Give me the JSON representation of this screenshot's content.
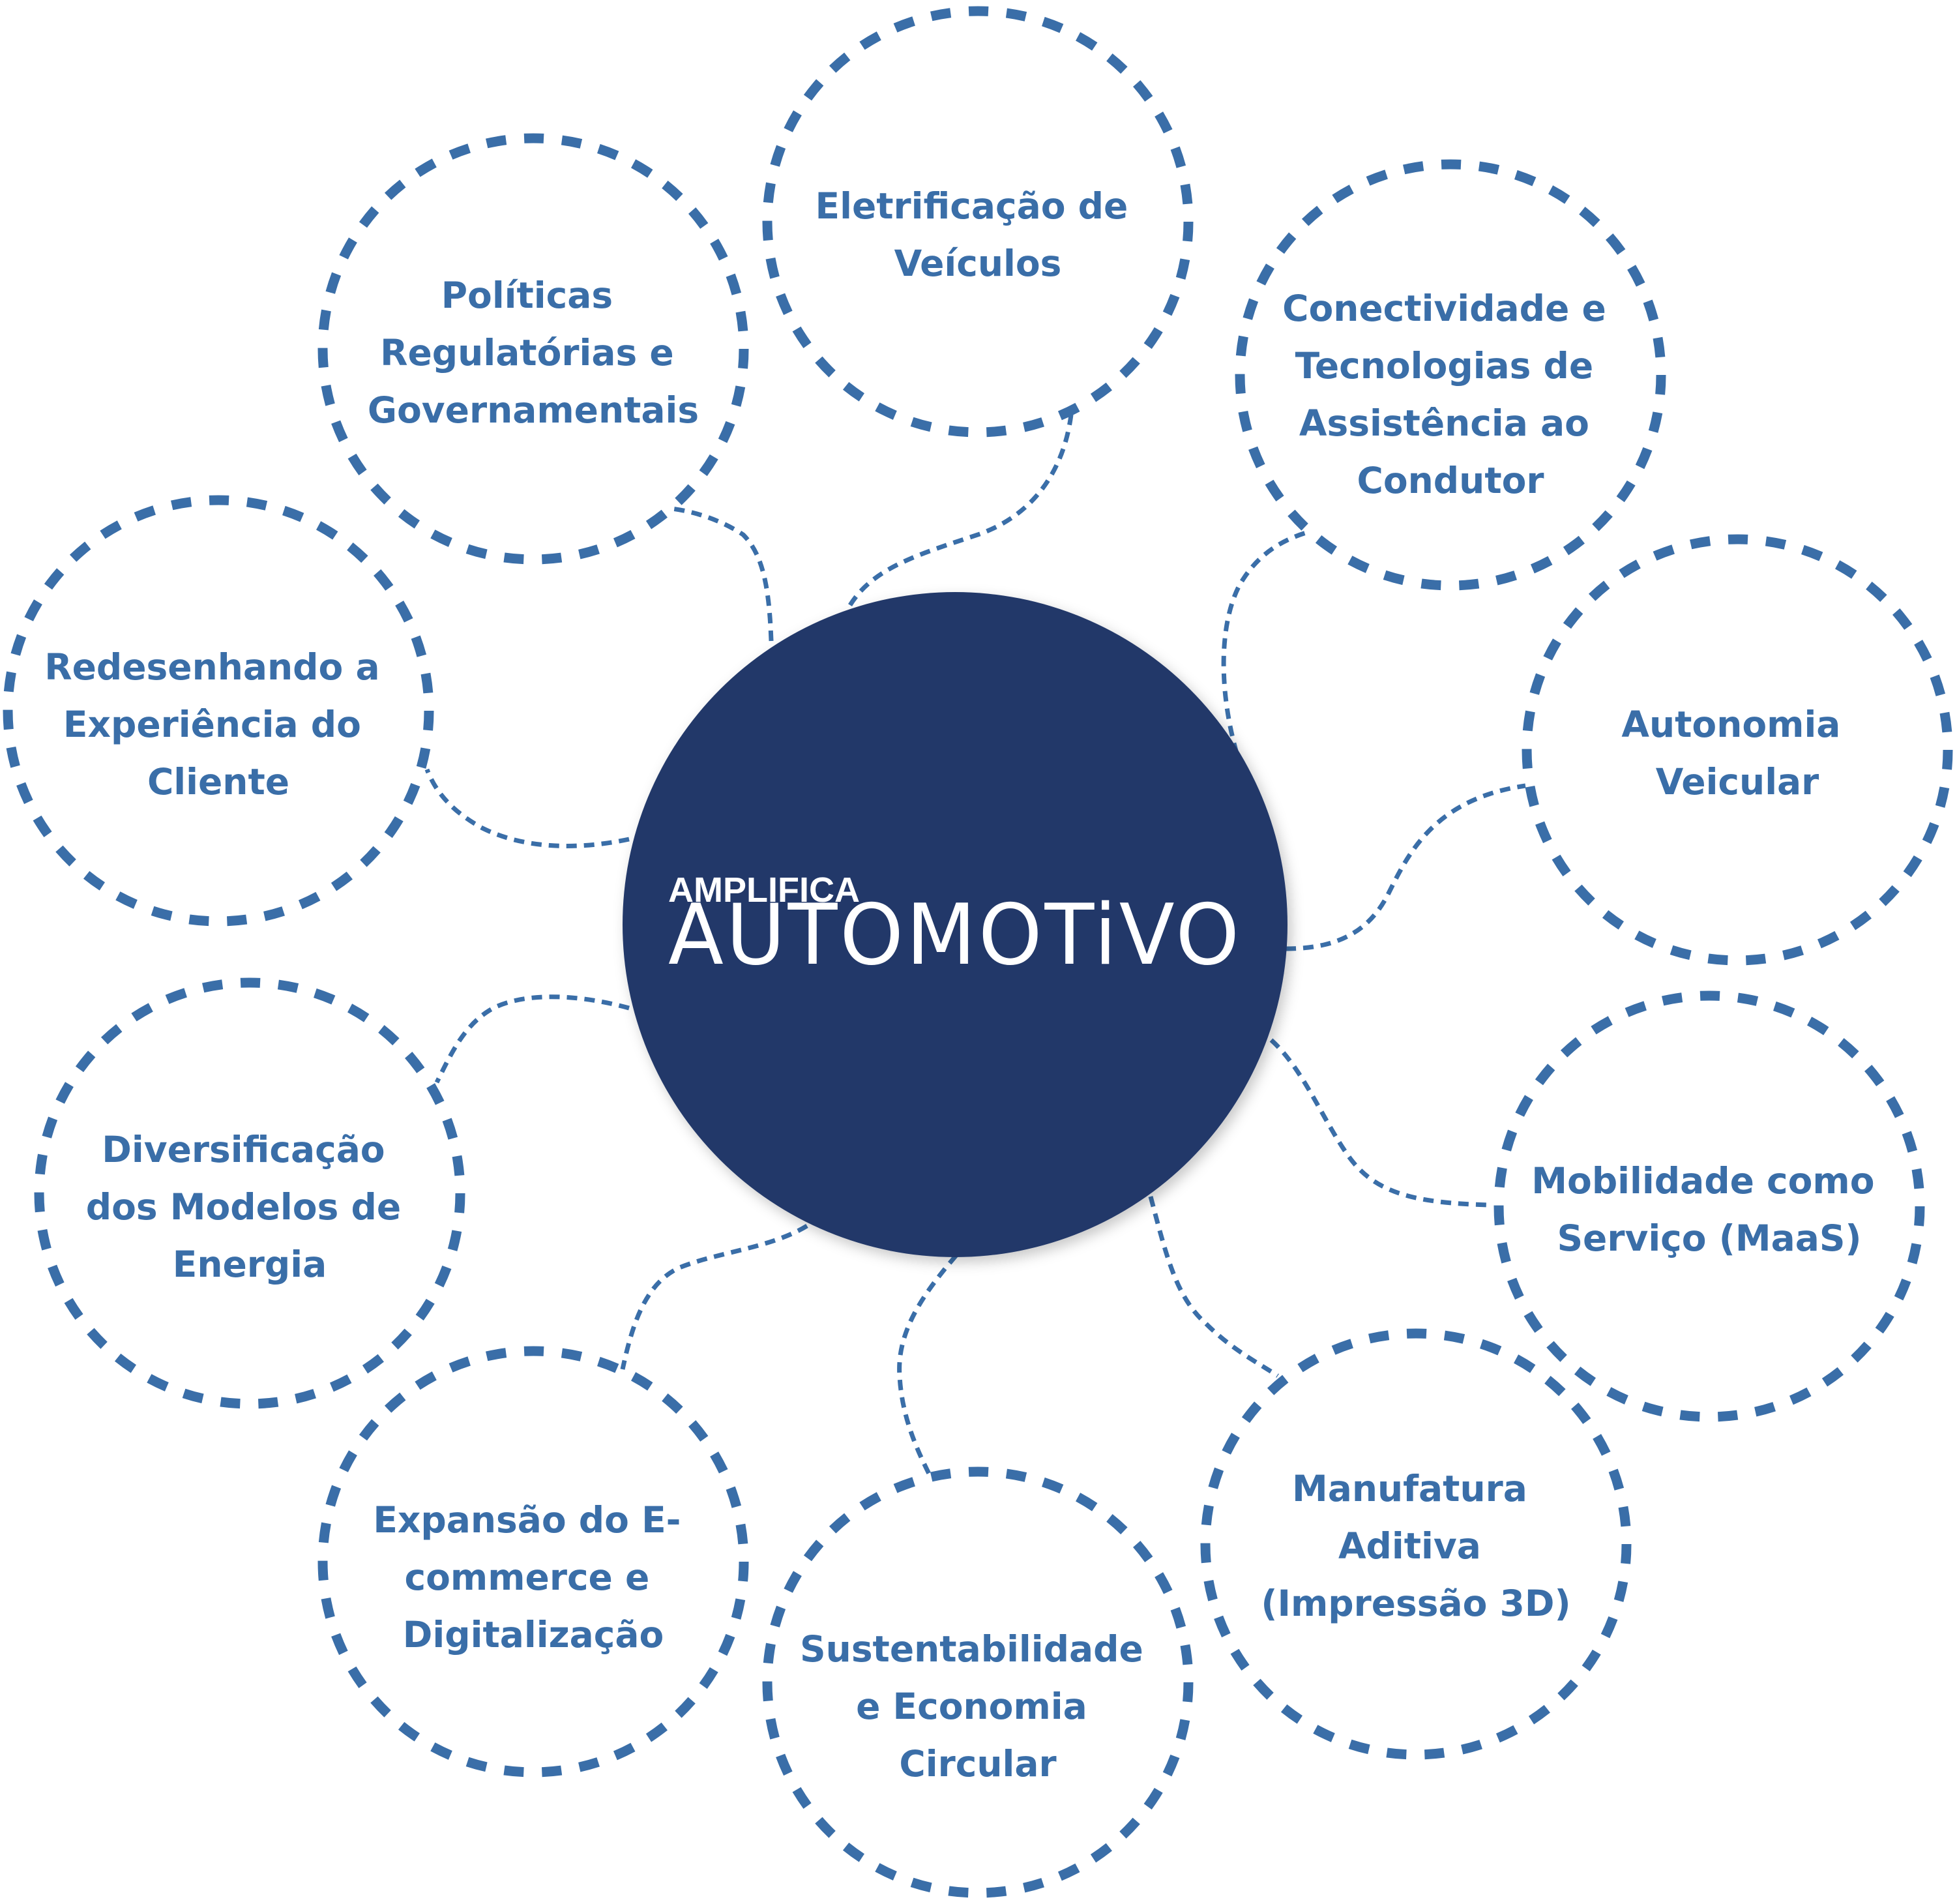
{
  "hub": {
    "line1": "AMPLIFICA",
    "line2": "AUTOMOTiVO"
  },
  "colors": {
    "hub_fill": "#213869",
    "accent": "#3a6ea8",
    "background": "#ffffff"
  },
  "nodes": [
    {
      "id": "eletrificacao",
      "lines": [
        "Eletrificação de",
        "Veículos"
      ]
    },
    {
      "id": "conectividade",
      "lines": [
        "Conectividade e",
        "Tecnologias de",
        "Assistência ao",
        "Condutor"
      ]
    },
    {
      "id": "autonomia",
      "lines": [
        "Autonomia",
        "Veicular"
      ]
    },
    {
      "id": "mobilidade",
      "lines": [
        "Mobilidade como",
        "Serviço (MaaS)"
      ]
    },
    {
      "id": "manufatura",
      "lines": [
        "Manufatura",
        "Aditiva",
        "(Impressão 3D)"
      ]
    },
    {
      "id": "sustentabilidade",
      "lines": [
        "Sustentabilidade",
        "e Economia",
        "Circular"
      ]
    },
    {
      "id": "ecommerce",
      "lines": [
        "Expansão do E-",
        "commerce e",
        "Digitalização"
      ]
    },
    {
      "id": "diversificacao",
      "lines": [
        "Diversificação",
        "dos Modelos de",
        "Energia"
      ]
    },
    {
      "id": "experiencia",
      "lines": [
        "Redesenhando a",
        "Experiência do",
        "Cliente"
      ]
    },
    {
      "id": "politicas",
      "lines": [
        "Políticas",
        "Regulatórias e",
        "Governamentais"
      ]
    }
  ]
}
